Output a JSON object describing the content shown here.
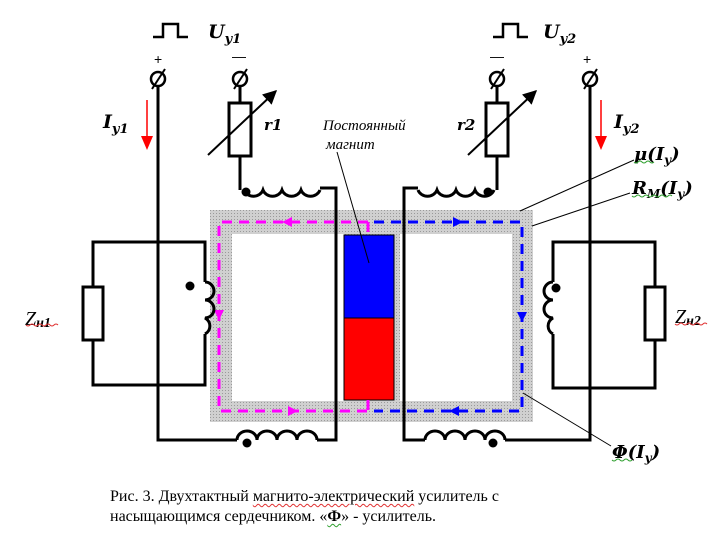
{
  "diagram": {
    "title": "Двухтактный магнито-электрический усилитель",
    "left_source": {
      "voltage_label": "U",
      "voltage_sub": "y1",
      "plus_sign": "+",
      "minus_sign": "—",
      "current_label": "I",
      "current_sub": "y1",
      "resistor_label": "r1"
    },
    "right_source": {
      "voltage_label": "U",
      "voltage_sub": "y2",
      "plus_sign": "+",
      "minus_sign": "—",
      "current_label": "I",
      "current_sub": "y2",
      "resistor_label": "r2"
    },
    "magnet_note_line1": "Постоянный",
    "magnet_note_line2": "магнит",
    "load_left": {
      "label": "Z",
      "sub": "н1"
    },
    "load_right": {
      "label": "Z",
      "sub": "н2"
    },
    "mu_label": {
      "main": "μ",
      "arg": "I",
      "arg_sub": "y"
    },
    "rm_label": {
      "main": "R",
      "main_sub": "M",
      "arg": "I",
      "arg_sub": "y"
    },
    "phi_label": {
      "main": "Φ",
      "arg": "I",
      "arg_sub": "y"
    },
    "colors": {
      "core_gray": "#c0c0c0",
      "flux_left": "#ff00ff",
      "flux_right": "#0000ff",
      "magnet_north": "#0000ff",
      "magnet_south": "#ff0000",
      "current_arrow": "#ff0000",
      "wire": "#000000"
    }
  },
  "caption": {
    "prefix": "Рис. 3. Двухтактный ",
    "underlined": "магнито-электрический",
    "after": " усилитель с",
    "line2_a": "насыщающимся сердечником. «",
    "phi": "Ф",
    "line2_b": "» - усилитель."
  }
}
